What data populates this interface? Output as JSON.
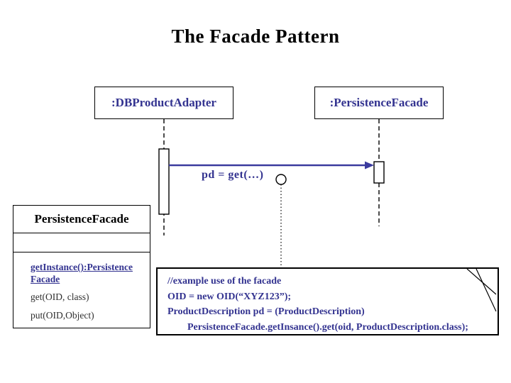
{
  "slide": {
    "title": "The Facade Pattern"
  },
  "colors": {
    "background": "#ffffff",
    "navy": "#333390",
    "arrow": "#3b3b9e",
    "title_black": "#000000",
    "method_dark": "#2f2f2f",
    "line_black": "#000000"
  },
  "sequence": {
    "lifelines": [
      {
        "label": ":DBProductAdapter"
      },
      {
        "label": ":PersistenceFacade"
      }
    ],
    "message": {
      "label": "pd = get(…)"
    }
  },
  "class_box": {
    "name": "PersistenceFacade",
    "methods": [
      {
        "lines": [
          "getInstance():Persistence",
          "Facade"
        ]
      },
      {
        "label": "get(OID, class)"
      },
      {
        "label": "put(OID,Object)"
      }
    ]
  },
  "note": {
    "lines": [
      "//example use of the facade",
      "OID = new OID(“XYZ123”);",
      "ProductDescription pd = (ProductDescription)",
      "PersistenceFacade.getInsance().get(oid, ProductDescription.class);"
    ]
  }
}
